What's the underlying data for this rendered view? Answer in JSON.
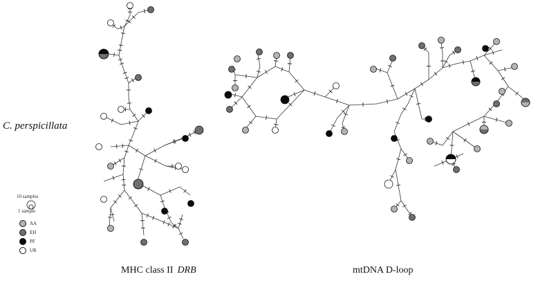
{
  "species_label": "C. perspicillata",
  "panels": {
    "mhc": {
      "title": "MHC class II",
      "gene": "DRB"
    },
    "mtdna": {
      "title": "mtDNA D-loop"
    }
  },
  "legend": {
    "size_large": "10 samples",
    "size_small": "1 sample",
    "populations": [
      {
        "code": "AA",
        "color": "#b4b4b4"
      },
      {
        "code": "EH",
        "color": "#6e6e6e"
      },
      {
        "code": "PF",
        "color": "#0a0a0a"
      },
      {
        "code": "UR",
        "color": "#ffffff"
      }
    ]
  }
}
